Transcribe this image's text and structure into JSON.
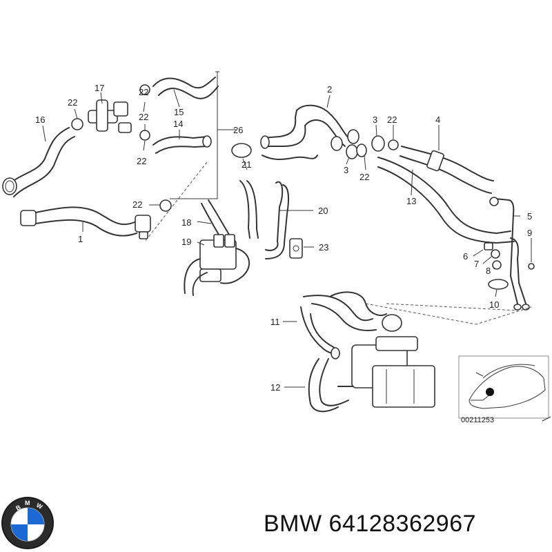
{
  "diagram": {
    "part_labels": [
      "1",
      "2",
      "3",
      "3",
      "4",
      "5",
      "6",
      "7",
      "8",
      "9",
      "10",
      "11",
      "12",
      "13",
      "14",
      "15",
      "16",
      "17",
      "18",
      "19",
      "20",
      "21",
      "22",
      "22",
      "22",
      "22",
      "22",
      "22",
      "22",
      "23",
      "26"
    ],
    "inset_code": "00211253"
  },
  "caption": {
    "brand": "BMW",
    "part_number": "64128362967",
    "text": "BMW 64128362967"
  },
  "logo": {
    "letters": "BMW",
    "colors": {
      "blue": "#1c69d4",
      "ring": "#111111",
      "white": "#ffffff"
    }
  },
  "colors": {
    "line": "#333333",
    "text": "#222222"
  }
}
